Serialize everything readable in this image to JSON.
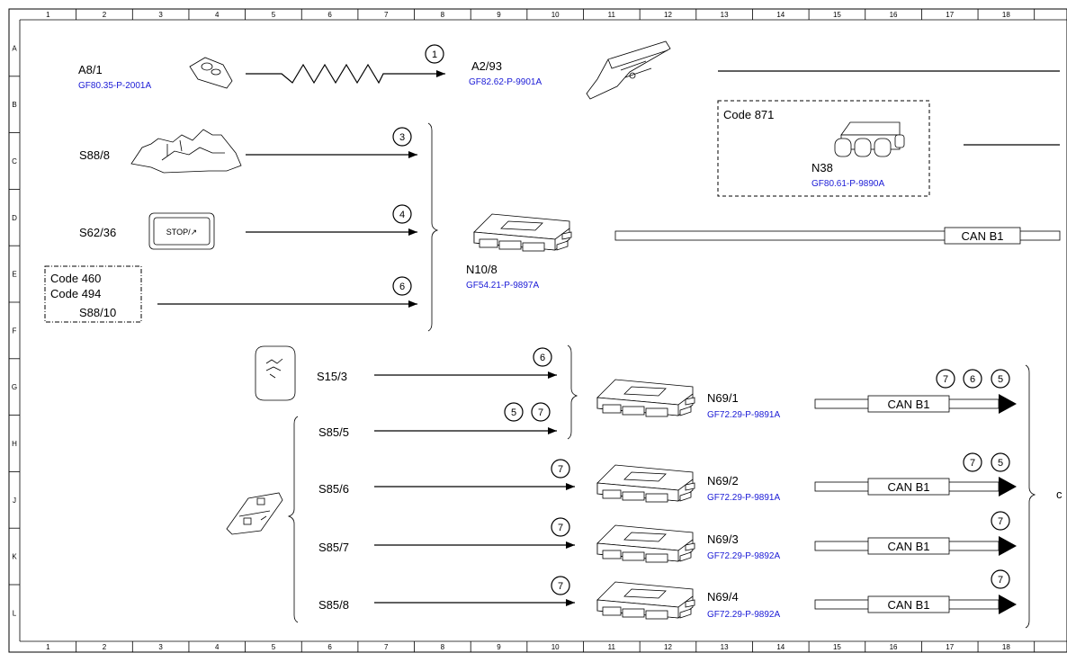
{
  "grid": {
    "columns": [
      "1",
      "2",
      "3",
      "4",
      "5",
      "6",
      "7",
      "8",
      "9",
      "10",
      "11",
      "12",
      "13",
      "14",
      "15",
      "16",
      "17",
      "18"
    ],
    "rows": [
      "A",
      "B",
      "C",
      "D",
      "E",
      "F",
      "G",
      "H",
      "J",
      "K",
      "L"
    ]
  },
  "components": {
    "a8_1": {
      "label": "A8/1",
      "ref": "GF80.35-P-2001A"
    },
    "a2_93": {
      "label": "A2/93",
      "ref": "GF82.62-P-9901A"
    },
    "s88_8": {
      "label": "S88/8"
    },
    "s62_36": {
      "label": "S62/36",
      "button_text": "STOP/↗"
    },
    "s88_10": {
      "label": "S88/10",
      "codes": [
        "Code 460",
        "Code 494"
      ]
    },
    "n10_8": {
      "label": "N10/8",
      "ref": "GF54.21-P-9897A"
    },
    "n38": {
      "label": "N38",
      "ref": "GF80.61-P-9890A",
      "code": "Code 871"
    },
    "s15_3": {
      "label": "S15/3"
    },
    "s85_5": {
      "label": "S85/5"
    },
    "s85_6": {
      "label": "S85/6"
    },
    "s85_7": {
      "label": "S85/7"
    },
    "s85_8": {
      "label": "S85/8"
    },
    "n69_1": {
      "label": "N69/1",
      "ref": "GF72.29-P-9891A"
    },
    "n69_2": {
      "label": "N69/2",
      "ref": "GF72.29-P-9891A"
    },
    "n69_3": {
      "label": "N69/3",
      "ref": "GF72.29-P-9892A"
    },
    "n69_4": {
      "label": "N69/4",
      "ref": "GF72.29-P-9892A"
    }
  },
  "bus_label": "CAN B1",
  "signal_numbers": {
    "a8_1": [
      "1"
    ],
    "s88_8": [
      "3"
    ],
    "s62_36": [
      "4"
    ],
    "s88_10": [
      "6"
    ],
    "s15_3": [
      "6"
    ],
    "s85_5": [
      "5",
      "7"
    ],
    "s85_6": [
      "7"
    ],
    "s85_7": [
      "7"
    ],
    "s85_8": [
      "7"
    ],
    "n69_1": [
      "7",
      "6",
      "5"
    ],
    "n69_2": [
      "7",
      "5"
    ],
    "n69_3": [
      "7"
    ],
    "n69_4": [
      "7"
    ]
  },
  "edge_char": "c"
}
